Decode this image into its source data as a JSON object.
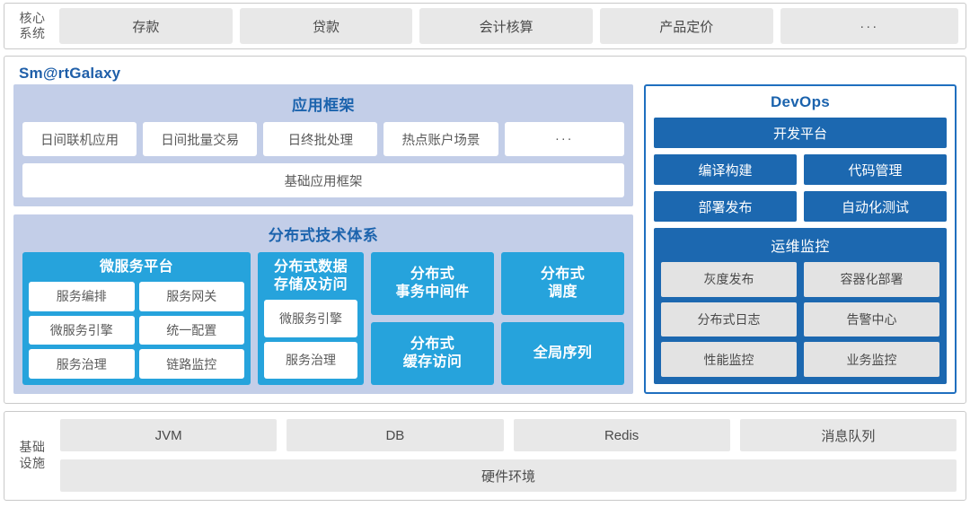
{
  "core_systems": {
    "label_line1": "核心",
    "label_line2": "系统",
    "items": [
      {
        "label": "存款"
      },
      {
        "label": "贷款"
      },
      {
        "label": "会计核算"
      },
      {
        "label": "产品定价"
      },
      {
        "label": "···"
      }
    ]
  },
  "galaxy": {
    "title": "Sm@rtGalaxy",
    "app_framework": {
      "title": "应用框架",
      "chips": [
        {
          "label": "日间联机应用"
        },
        {
          "label": "日间批量交易"
        },
        {
          "label": "日终批处理"
        },
        {
          "label": "热点账户场景"
        },
        {
          "label": "···"
        }
      ],
      "base": "基础应用框架"
    },
    "distributed": {
      "title": "分布式技术体系",
      "columns": [
        {
          "title": "微服务平台",
          "items": [
            "服务编排",
            "服务网关",
            "微服务引擎",
            "统一配置",
            "服务治理",
            "链路监控"
          ]
        },
        {
          "title": "分布式数据\n存储及访问",
          "title_line1": "分布式数据",
          "title_line2": "存储及访问",
          "items": [
            "微服务引擎",
            "服务治理"
          ]
        },
        {
          "box_top_line1": "分布式",
          "box_top_line2": "事务中间件",
          "box_bottom_line1": "分布式",
          "box_bottom_line2": "缓存访问"
        },
        {
          "box_top_line1": "分布式",
          "box_top_line2": "调度",
          "box_bottom_line1": "全局序列",
          "box_bottom_line2": ""
        }
      ]
    },
    "devops": {
      "title": "DevOps",
      "platform": "开发平台",
      "row1": [
        "编译构建",
        "代码管理"
      ],
      "row2": [
        "部署发布",
        "自动化测试"
      ],
      "ops": {
        "title": "运维监控",
        "items": [
          "灰度发布",
          "容器化部署",
          "分布式日志",
          "告警中心",
          "性能监控",
          "业务监控"
        ]
      }
    }
  },
  "infrastructure": {
    "label_line1": "基础",
    "label_line2": "设施",
    "items": [
      {
        "label": "JVM"
      },
      {
        "label": "DB"
      },
      {
        "label": "Redis"
      },
      {
        "label": "消息队列"
      }
    ],
    "hardware": "硬件环境"
  },
  "colors": {
    "accent_blue": "#26A3DC",
    "deep_blue": "#1C68B0",
    "title_blue": "#1B63AD",
    "lavender": "#C3CEE8",
    "chip_gray": "#E8E8E8"
  }
}
